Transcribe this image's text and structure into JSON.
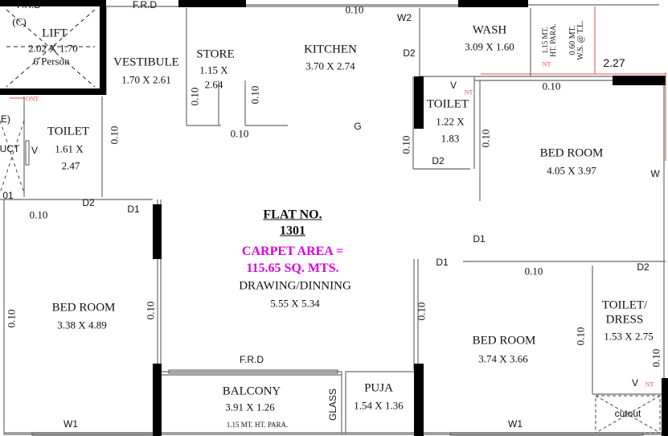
{
  "flat": {
    "title_1": "FLAT NO.",
    "title_2": "1301",
    "carpet_1": "CARPET AREA =",
    "carpet_2": "115.65 SQ. MTS."
  },
  "rooms": {
    "lift": {
      "code": "(C)",
      "name": "LIFT",
      "dims": "2.02 X 1.70",
      "note": "6 Person"
    },
    "vestibule": {
      "name": "VESTIBULE",
      "dims": "1.70 X 2.61"
    },
    "store": {
      "name": "STORE",
      "dims_1": "1.15 X",
      "dims_2": "2.64"
    },
    "kitchen": {
      "name": "KITCHEN",
      "dims": "3.70 X 2.74"
    },
    "wash": {
      "name": "WASH",
      "dims": "3.09 X 1.60"
    },
    "toilet_left": {
      "name": "TOILET",
      "dims_1": "1.61 X",
      "dims_2": "2.47"
    },
    "toilet_mid": {
      "name": "TOILET",
      "dims_1": "1.22 X",
      "dims_2": "1.83"
    },
    "bed_right": {
      "name": "BED ROOM",
      "dims": "4.05 X 3.97"
    },
    "drawing": {
      "name": "DRAWING/DINNING",
      "dims": "5.55 X 5.34"
    },
    "bed_left": {
      "name": "BED ROOM",
      "dims": "3.38 X 4.89"
    },
    "bed_mid": {
      "name": "BED ROOM",
      "dims": "3.74 X 3.66"
    },
    "toilet_dress": {
      "name_1": "TOILET/",
      "name_2": "DRESS",
      "dims": "1.53 X 2.75"
    },
    "balcony": {
      "name": "BALCONY",
      "dims": "3.91 X 1.26",
      "note": "1.15 MT. HT. PARA."
    },
    "puja": {
      "name": "PUJA",
      "dims": "1.54 X 1.36"
    }
  },
  "labels": {
    "frd_top_left": "F.R.D",
    "frd_top": "F.R.D",
    "frd_balcony": "F.R.D",
    "w2": "W2",
    "d2_kitchen": "D2",
    "d2_toilet_mid": "D2",
    "d2_toilet_left": "D2",
    "d2_right": "D2",
    "d1_left": "D1",
    "d1_mid": "D1",
    "d1_right": "D1",
    "v_mid": "V",
    "v_left": "V",
    "v_right": "V",
    "w_right": "W",
    "w1_left": "W1",
    "w1_right": "W1",
    "g": "G",
    "glass": "GLASS",
    "cutout": "cutout",
    "ht_para": "1.15 MT.\nHT. PARA.",
    "ws_tl": "0.60 MT.\nW.S. @ T.L.",
    "dim_227": "2.27",
    "duct": "UCT",
    "e_mark": "E)",
    "zero_one": "01",
    "nt_1": "NT",
    "nt_2": "NT",
    "nt_3": "NT",
    "ont": "ONT"
  },
  "walls": {
    "w010_top": "0.10",
    "w010_store": "0.10",
    "w010_kitchen_left": "0.10",
    "w010_store_v": "0.10",
    "w010_toilet_left": "0.10",
    "w010_toilet_bottom": "0.10",
    "w010_bed_right_top": "0.10",
    "w010_toilet_mid_l": "0.10",
    "w010_toilet_mid_r": "0.10",
    "w010_left_bed": "0.10",
    "w010_drawing_left": "0.10",
    "w010_bed_mid_left": "0.10",
    "w010_bed_mid_top": "0.10",
    "w010_dress_left": "0.10",
    "w010_dress_right": "0.10"
  }
}
